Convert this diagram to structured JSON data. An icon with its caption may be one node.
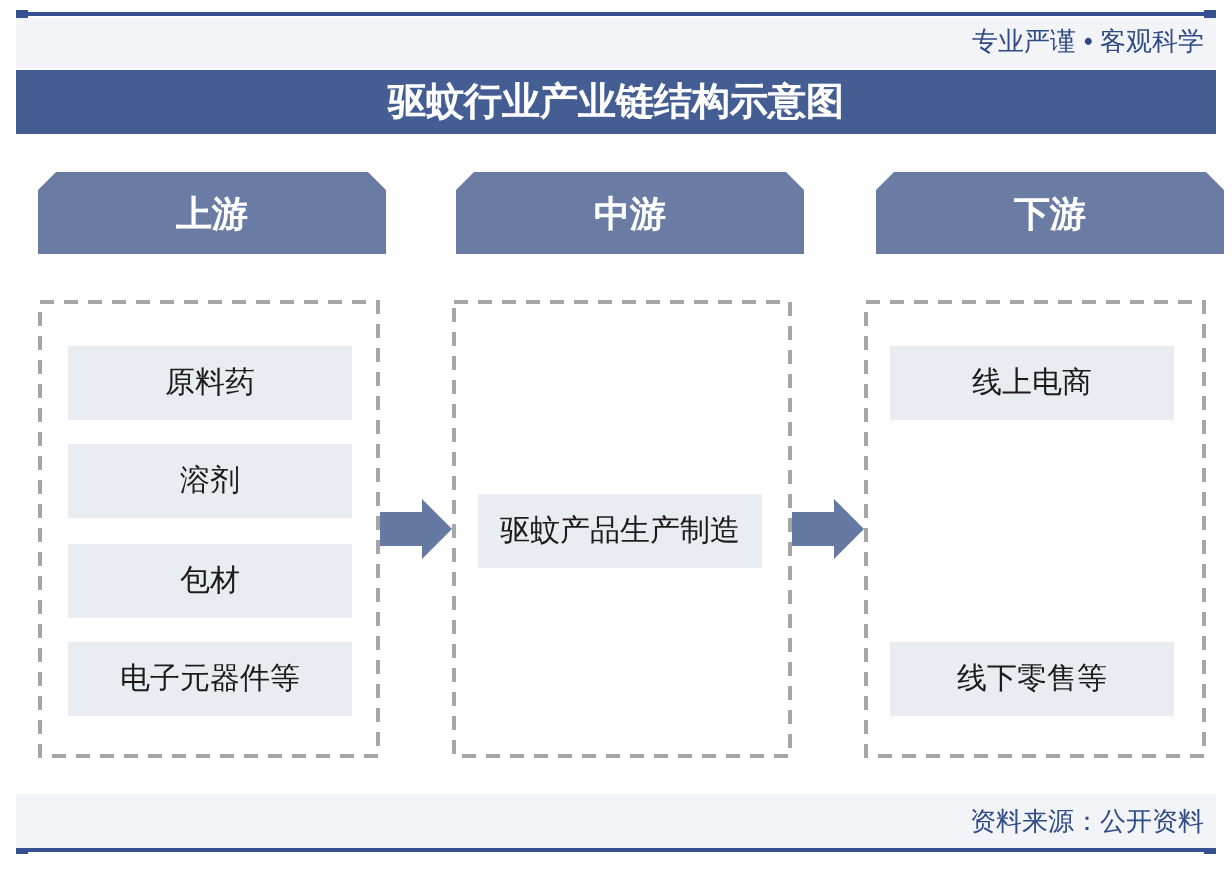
{
  "diagram": {
    "title": "驱蚊行业产业链结构示意图",
    "nodes": [
      {
        "text": [
          "上游"
        ]
      },
      {
        "text": [
          "中游"
        ]
      },
      {
        "text": [
          "下游"
        ]
      },
      {
        "text": [],
        "shape": "box"
      },
      {
        "text": [
          "原料药"
        ],
        "in": 3
      },
      {
        "text": [
          "溶剂"
        ],
        "in": 3
      },
      {
        "text": [
          "包材"
        ],
        "in": 3
      },
      {
        "text": [
          "电子元器件等"
        ],
        "in": 3
      },
      {
        "text": [],
        "shape": "box"
      },
      {
        "text": [
          "驱蚊产品生产制造"
        ],
        "in": 8
      },
      {
        "text": [],
        "shape": "box"
      },
      {
        "text": [
          "线上电商"
        ],
        "in": 10
      },
      {
        "text": [
          "线下零售等"
        ],
        "in": 10
      }
    ],
    "edges": [
      {
        "from": 3,
        "to": 8,
        "arrow": "to"
      },
      {
        "from": 8,
        "to": 10,
        "arrow": "to"
      }
    ],
    "labels": [
      "专业严谨 • 客观科学",
      "资料来源：公开资料"
    ]
  }
}
